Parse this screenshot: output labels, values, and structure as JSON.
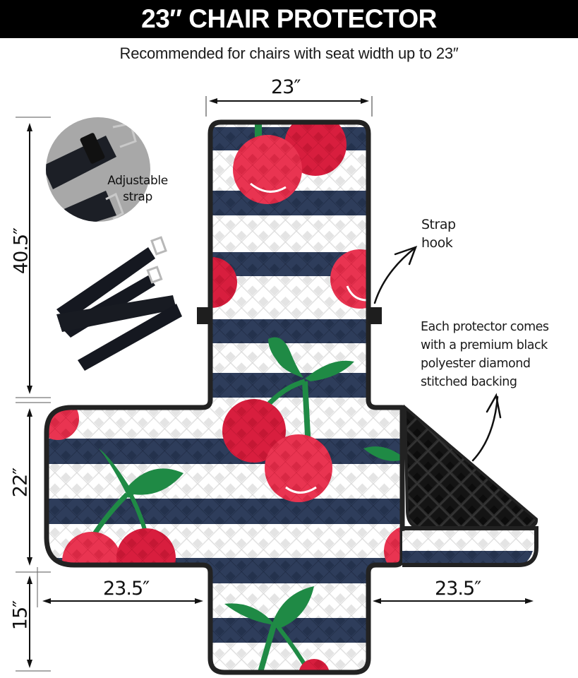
{
  "header": {
    "title": "23″ CHAIR PROTECTOR",
    "subtitle": "Recommended for chairs with seat width up to 23″"
  },
  "dimensions": {
    "top_width": "23″",
    "back_height": "40.5″",
    "seat_depth": "22″",
    "front_flap": "15″",
    "left_arm": "23.5″",
    "right_arm": "23.5″"
  },
  "callouts": {
    "strap": {
      "line1": "Adjustable",
      "line2": "strap"
    },
    "strap_hook": {
      "line1": "Strap",
      "line2": "hook"
    },
    "backing": {
      "lines": [
        "Each protector comes",
        "with a premium black",
        "polyester diamond",
        "stitched backing"
      ]
    }
  },
  "pattern": {
    "name": "navy white stripes with red cherries",
    "colors": {
      "navy": "#2b3a57",
      "white": "#f2f2f2",
      "cherry": "#e8304f",
      "cherry_dark": "#d41f3d",
      "leaf": "#1f8a45",
      "border": "#222222",
      "backing": "#1a1a1a",
      "strap_circle": "#a9a9a9"
    }
  }
}
